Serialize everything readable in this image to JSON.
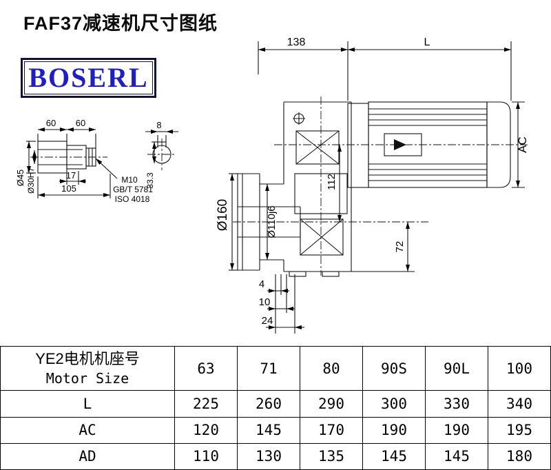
{
  "page": {
    "title": "FAF37减速机尺寸图纸",
    "logo_text": "BOSERL"
  },
  "colors": {
    "logo_text": "#2020c0",
    "logo_border": "#101038",
    "line": "#111111"
  },
  "drawing": {
    "main": {
      "len138": "138",
      "lenL": "L",
      "ac": "AC",
      "axis112": "112",
      "depth72": "72",
      "flange_dia": "Ø160",
      "spigot_dia": "Ø110j6",
      "off4": "4",
      "off10": "10",
      "off24": "24"
    },
    "shaft": {
      "len60a": "60",
      "len60b": "60",
      "len17": "17",
      "len105": "105",
      "dia45": "Ø45",
      "bore30": "Ø30H7",
      "bolt": "M10",
      "std_gb": "GB/T 5781",
      "std_iso": "ISO 4018",
      "key8": "8",
      "key_depth": "33.3"
    }
  },
  "table": {
    "header_cn": "YE2电机机座号",
    "header_en": "Motor Size",
    "columns": [
      "63",
      "71",
      "80",
      "90S",
      "90L",
      "100"
    ],
    "rows": [
      {
        "label": "L",
        "values": [
          "225",
          "260",
          "290",
          "300",
          "330",
          "340"
        ]
      },
      {
        "label": "AC",
        "values": [
          "120",
          "145",
          "170",
          "190",
          "190",
          "195"
        ]
      },
      {
        "label": "AD",
        "values": [
          "110",
          "130",
          "135",
          "145",
          "145",
          "180"
        ]
      }
    ]
  }
}
